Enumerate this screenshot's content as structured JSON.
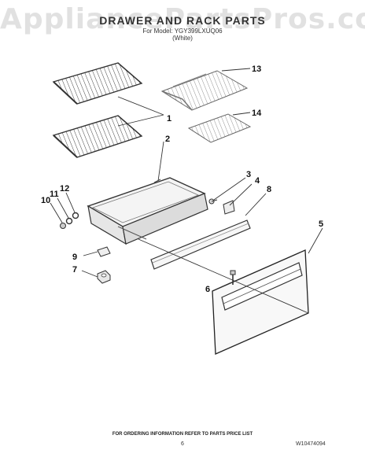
{
  "watermark": "AppliancePartsPros.com",
  "header": {
    "title": "DRAWER AND RACK PARTS",
    "model_line": "For Model: YGY399LXUQ06",
    "variant": "(White)"
  },
  "callouts": {
    "c1": "1",
    "c2": "2",
    "c3": "3",
    "c4": "4",
    "c5": "5",
    "c6": "6",
    "c7": "7",
    "c8": "8",
    "c9": "9",
    "c10": "10",
    "c11": "11",
    "c12": "12",
    "c13": "13",
    "c14": "14"
  },
  "footer": {
    "note": "FOR ORDERING INFORMATION REFER TO PARTS PRICE LIST",
    "page_number": "6",
    "document_number": "W10474094"
  }
}
